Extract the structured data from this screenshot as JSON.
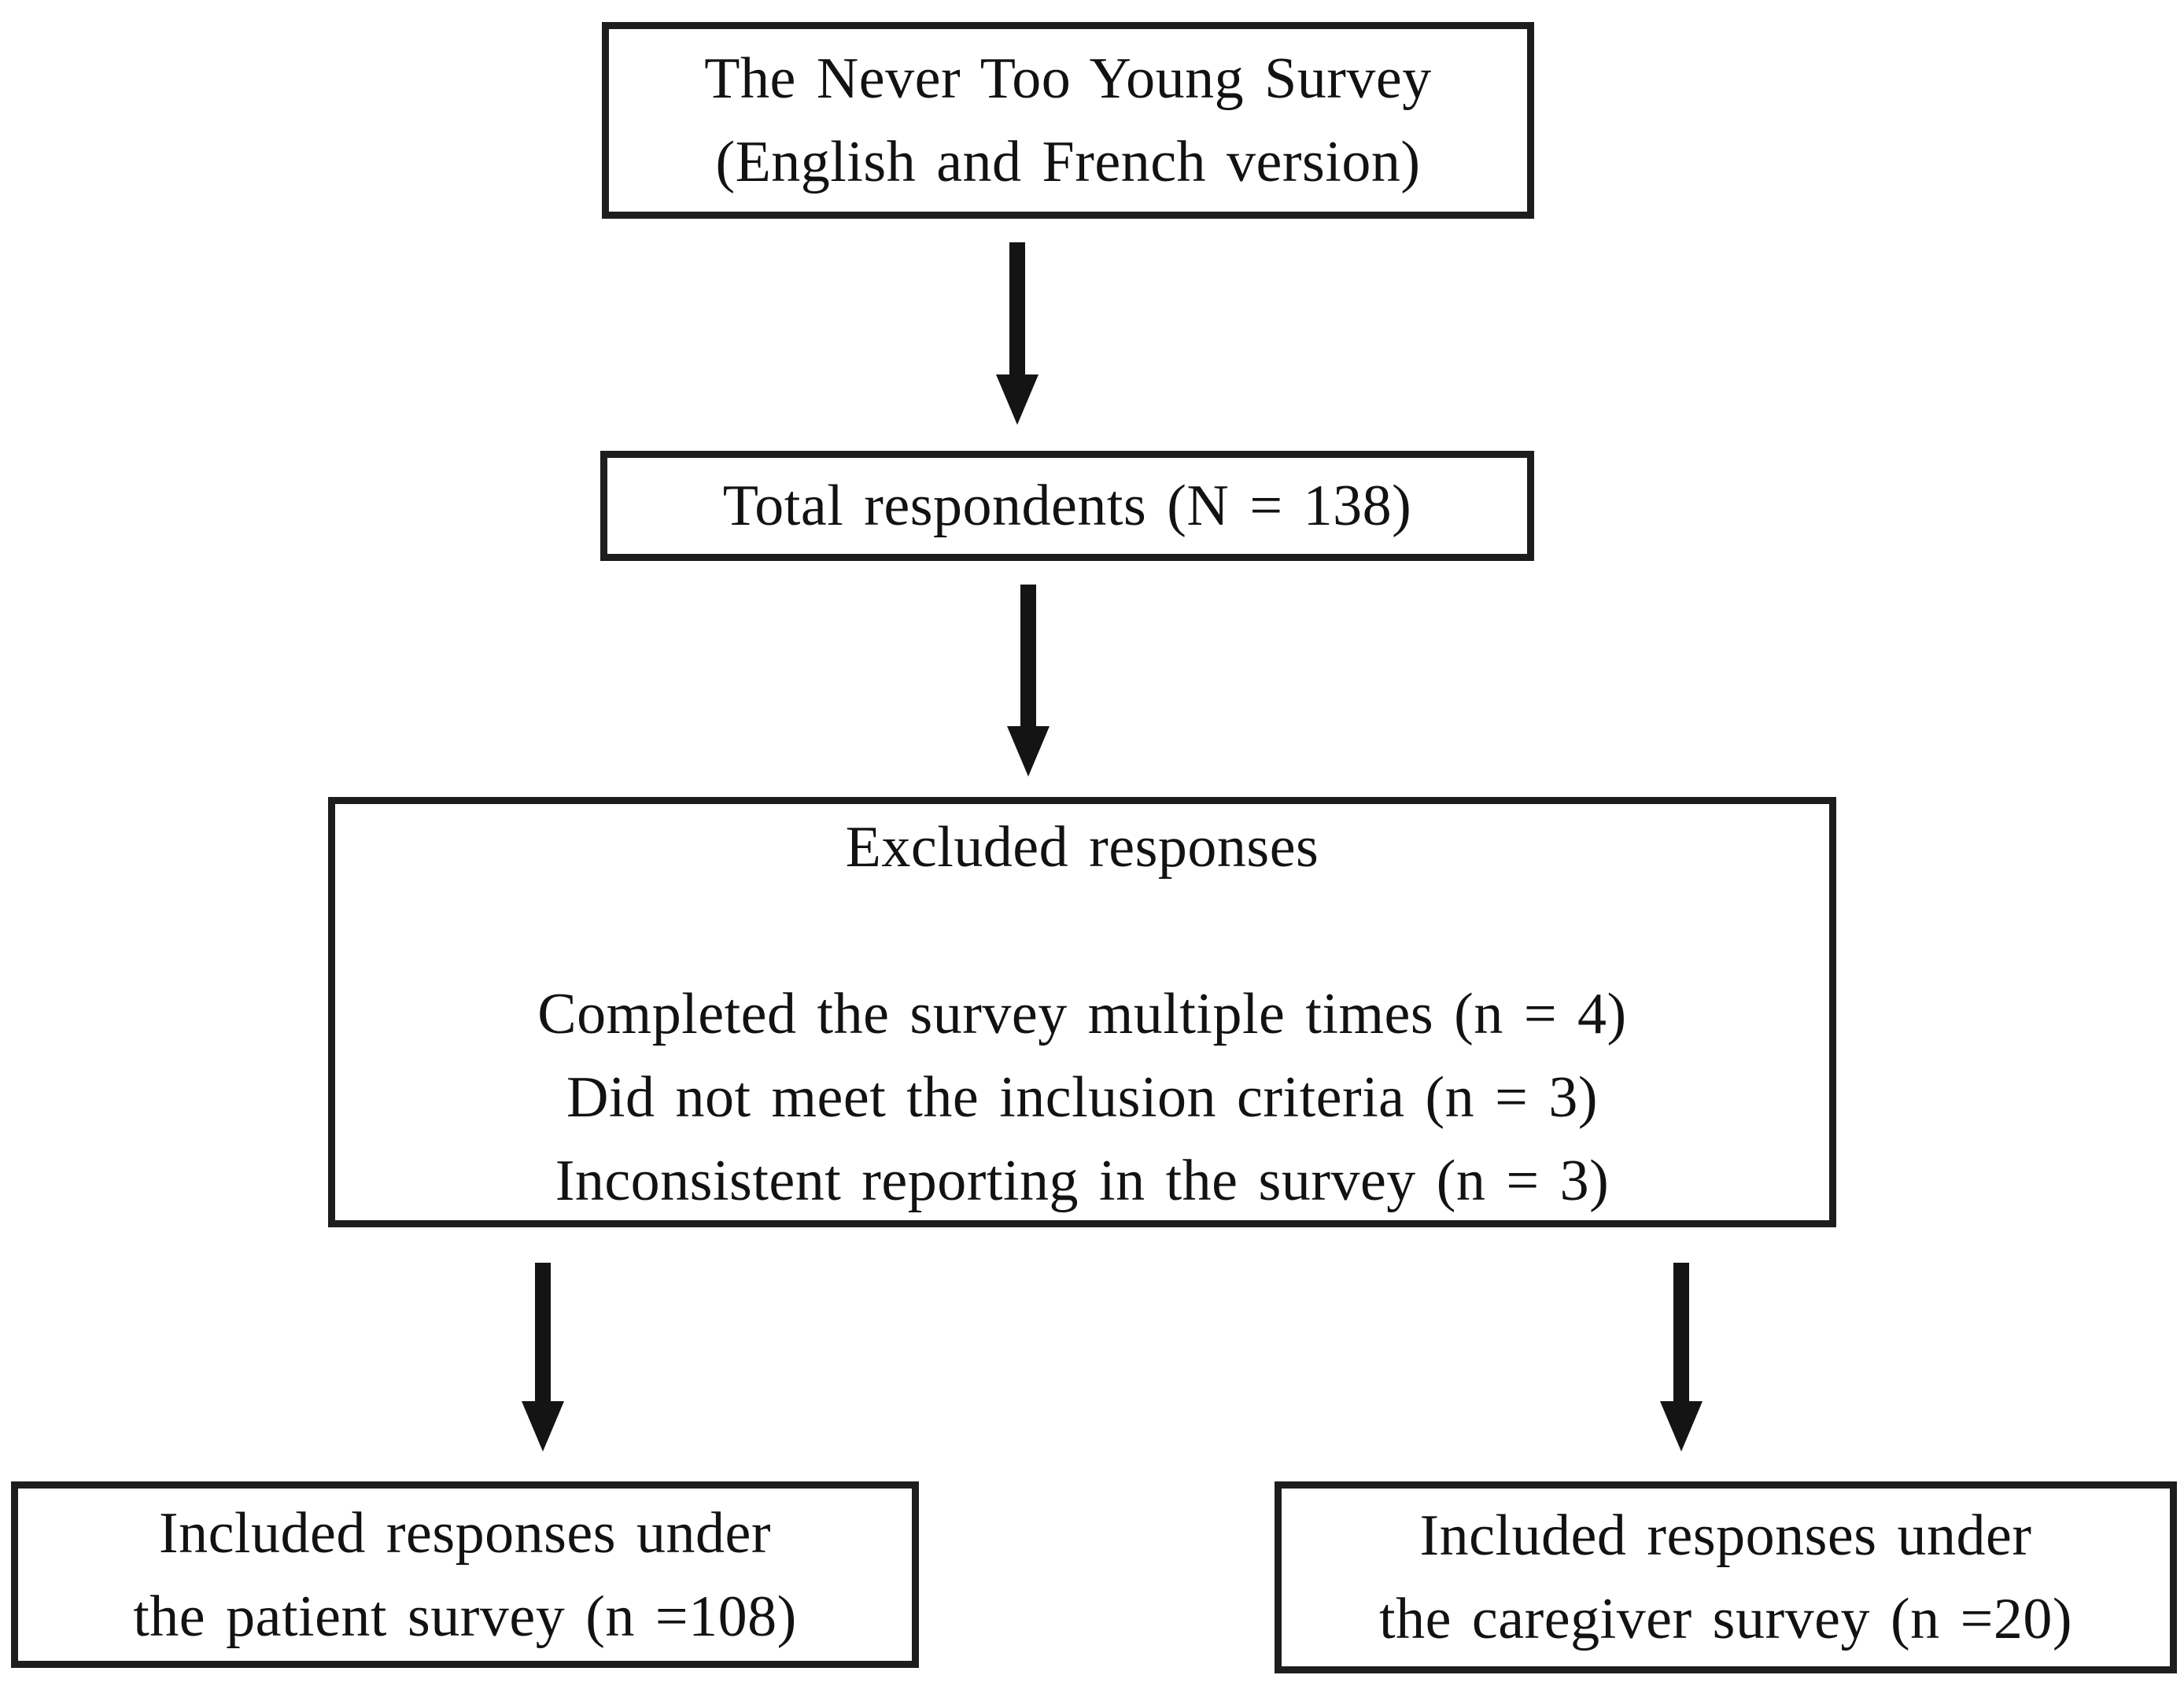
{
  "figure": {
    "kind": "flowchart",
    "colors": {
      "background": "#ffffff",
      "border": "#1d1d1d",
      "text": "#121212",
      "arrow": "#141414"
    },
    "title_box": {
      "line1": "The Never Too Young Survey",
      "line2": "(English and French version)"
    },
    "total_box": {
      "text": "Total respondents (N = 138)"
    },
    "excluded_box": {
      "heading": "Excluded responses",
      "items": [
        "Completed the survey multiple times (n = 4)",
        "Did not meet the inclusion criteria (n = 3)",
        "Inconsistent reporting in the survey (n = 3)"
      ]
    },
    "patient_box": {
      "line1": "Included responses under",
      "line2": "the patient survey (n =108)"
    },
    "caregiver_box": {
      "line1": "Included responses under",
      "line2": "the caregiver survey (n =20)"
    }
  }
}
